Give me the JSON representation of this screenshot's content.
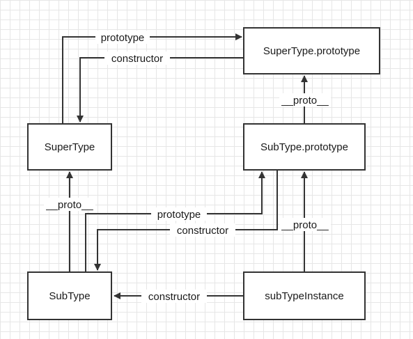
{
  "diagram": {
    "nodes": {
      "supertype_prototype": "SuperType.prototype",
      "supertype": "SuperType",
      "subtype_prototype": "SubType.prototype",
      "subtype": "SubType",
      "subtype_instance": "subTypeInstance"
    },
    "edges": {
      "supertype_to_proto_prototype": "prototype",
      "proto_to_supertype_constructor": "constructor",
      "subproto_to_superproto_proto": "__proto__",
      "subtype_to_supertype_proto": "__proto__",
      "subtype_to_subproto_prototype": "prototype",
      "subproto_to_subtype_constructor": "constructor",
      "instance_to_subproto_proto": "__proto__",
      "instance_to_subtype_constructor": "constructor"
    }
  }
}
